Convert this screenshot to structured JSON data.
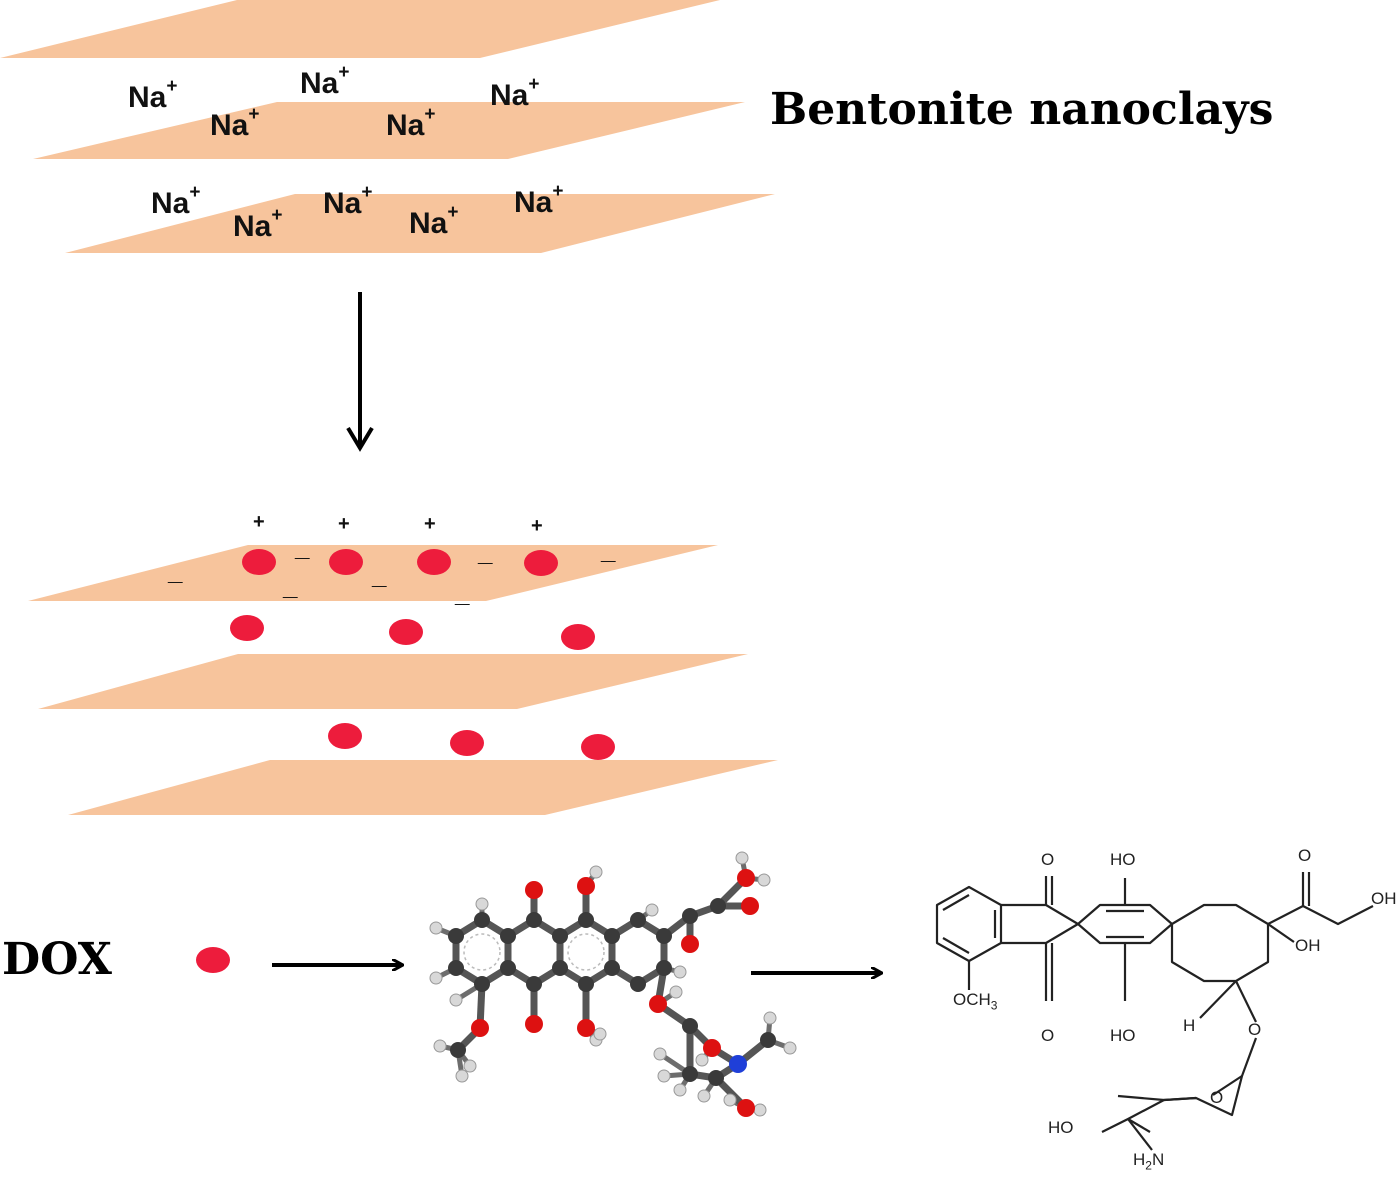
{
  "labels": {
    "bentonite": "Bentonite nanoclays",
    "dox": "DOX"
  },
  "ions": {
    "na_base": "Na",
    "na_sup": "+"
  },
  "charges": {
    "plus": "+",
    "minus": "_"
  },
  "structure": {
    "oxo_top": "O",
    "ho_top": "HO",
    "oxo_side": "O",
    "oh_end": "OH",
    "oh_ring": "OH",
    "och3": "OCH",
    "och3_sub": "3",
    "oxo_bottom": "O",
    "ho_bottom": "HO",
    "h": "H",
    "o_glyco": "O",
    "o_sugar": "O",
    "ho_sugar": "HO",
    "h2n": "H",
    "h2n_sub": "2",
    "h2n_n": "N"
  },
  "colors": {
    "clay": "#F7C49C",
    "dox": "#ED1C3C",
    "carbon": "#3A3A3A",
    "oxygen": "#DD1111",
    "nitrogen": "#1F3FD8",
    "hydrogen": "#D8D8D8"
  }
}
